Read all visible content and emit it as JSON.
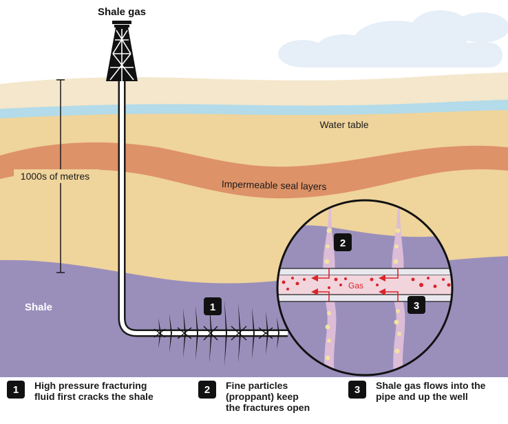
{
  "labels": {
    "shale_gas": "Shale gas",
    "water_table": "Water table",
    "depth": "1000s of metres",
    "seal": "Impermeable seal layers",
    "shale": "Shale",
    "gas": "Gas"
  },
  "markers": [
    "1",
    "2",
    "3"
  ],
  "legend": [
    {
      "num": "1",
      "line1": "High pressure fracturing",
      "line2": "fluid first cracks the shale",
      "line3": ""
    },
    {
      "num": "2",
      "line1": "Fine particles",
      "line2": "(proppant) keep",
      "line3": "the fractures open"
    },
    {
      "num": "3",
      "line1": "Shale gas flows into the",
      "line2": "pipe and up the well",
      "line3": ""
    }
  ],
  "colors": {
    "sky": "#ffffff",
    "upper_soil": "#f4e7cc",
    "water": "#b3dbe9",
    "sand": "#efd49c",
    "seal": "#de9267",
    "shale": "#9a8fbb",
    "gas": "#d9242a"
  }
}
